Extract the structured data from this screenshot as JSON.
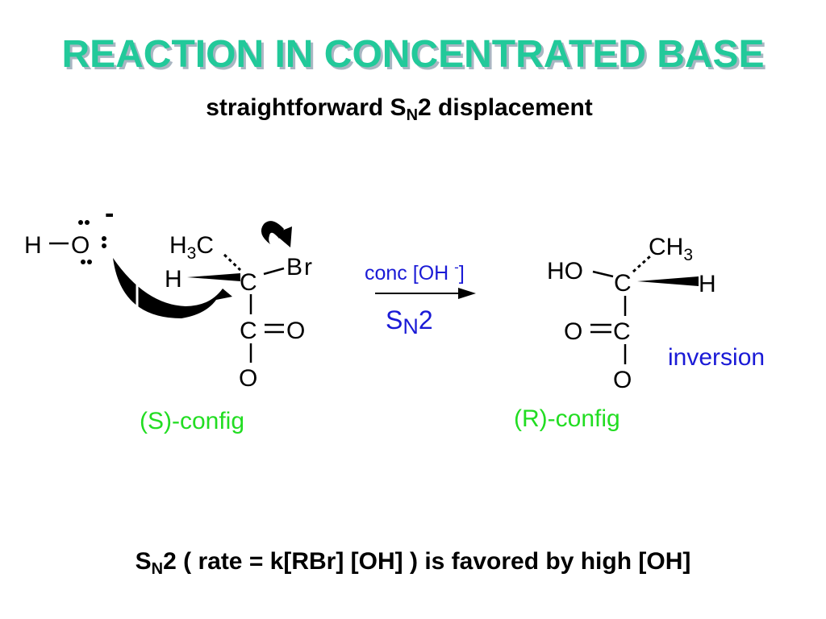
{
  "title": "REACTION IN CONCENTRATED BASE",
  "subtitle": {
    "pre": "straightforward S",
    "sub": "N",
    "post": "2 displacement"
  },
  "footer": {
    "pre": "S",
    "sub": "N",
    "post": "2 ( rate = k[RBr] [OH]  ) is favored by high [OH]"
  },
  "reactant": {
    "h": "H",
    "o": "O",
    "charge": "-",
    "h3c_h": "H",
    "h3c_3": "3",
    "h3c_c": "C",
    "h_left": "H",
    "c_center": "C",
    "br": "Br",
    "c_lower": "C",
    "o_right": "O",
    "o_bottom": "O",
    "config": "(S)-config"
  },
  "arrow": {
    "label_pre": "conc [OH ",
    "label_sup": "-",
    "label_post": "]",
    "mech_s": "S",
    "mech_n": "N",
    "mech_2": "2"
  },
  "product": {
    "ho": "HO",
    "c_center": "C",
    "ch3_c": "CH",
    "ch3_3": "3",
    "h_right": "H",
    "o_left": "O",
    "c_lower": "C",
    "o_bottom": "O",
    "inversion": "inversion",
    "config": "(R)-config"
  },
  "colors": {
    "title": "#22c99a",
    "config": "#22dd22",
    "blue": "#1a1ad6",
    "black": "#000000"
  }
}
